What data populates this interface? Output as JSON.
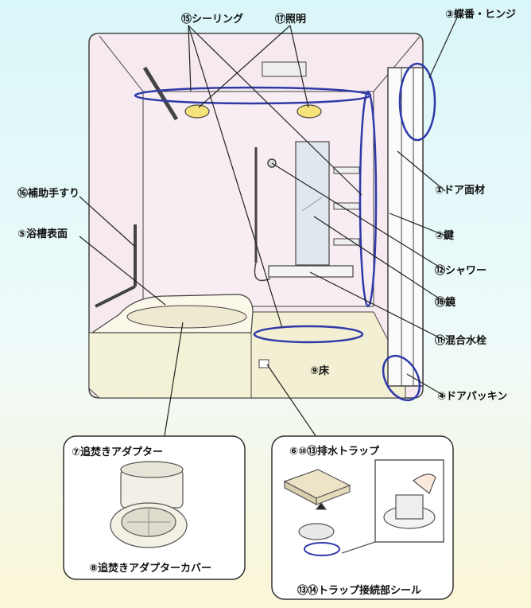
{
  "labels": {
    "ceiling": "⑮シーリング",
    "lighting": "⑰照明",
    "hinge": "③蝶番・ヒンジ",
    "door_panel": "①ドア面材",
    "handrail": "⑯補助手すり",
    "bathtub_surface": "⑤浴槽表面",
    "lock": "②鍵",
    "shower": "⑫シャワー",
    "mirror": "⑯鏡",
    "mixer_faucet": "⑪混合水栓",
    "floor": "⑨床",
    "door_packing": "④ドアパッキン",
    "reheat_adapter": "⑦追焚きアダプター",
    "reheat_adapter_cover": "⑧追焚きアダプターカバー",
    "drain_trap": "⑥⑩⑬排水トラップ",
    "trap_seal": "⑬⑭トラップ接続部シール"
  },
  "colors": {
    "wall": "#f6eaf0",
    "floor": "#f4f2d6",
    "highlight": "#2f3aa8",
    "line": "#222222"
  }
}
